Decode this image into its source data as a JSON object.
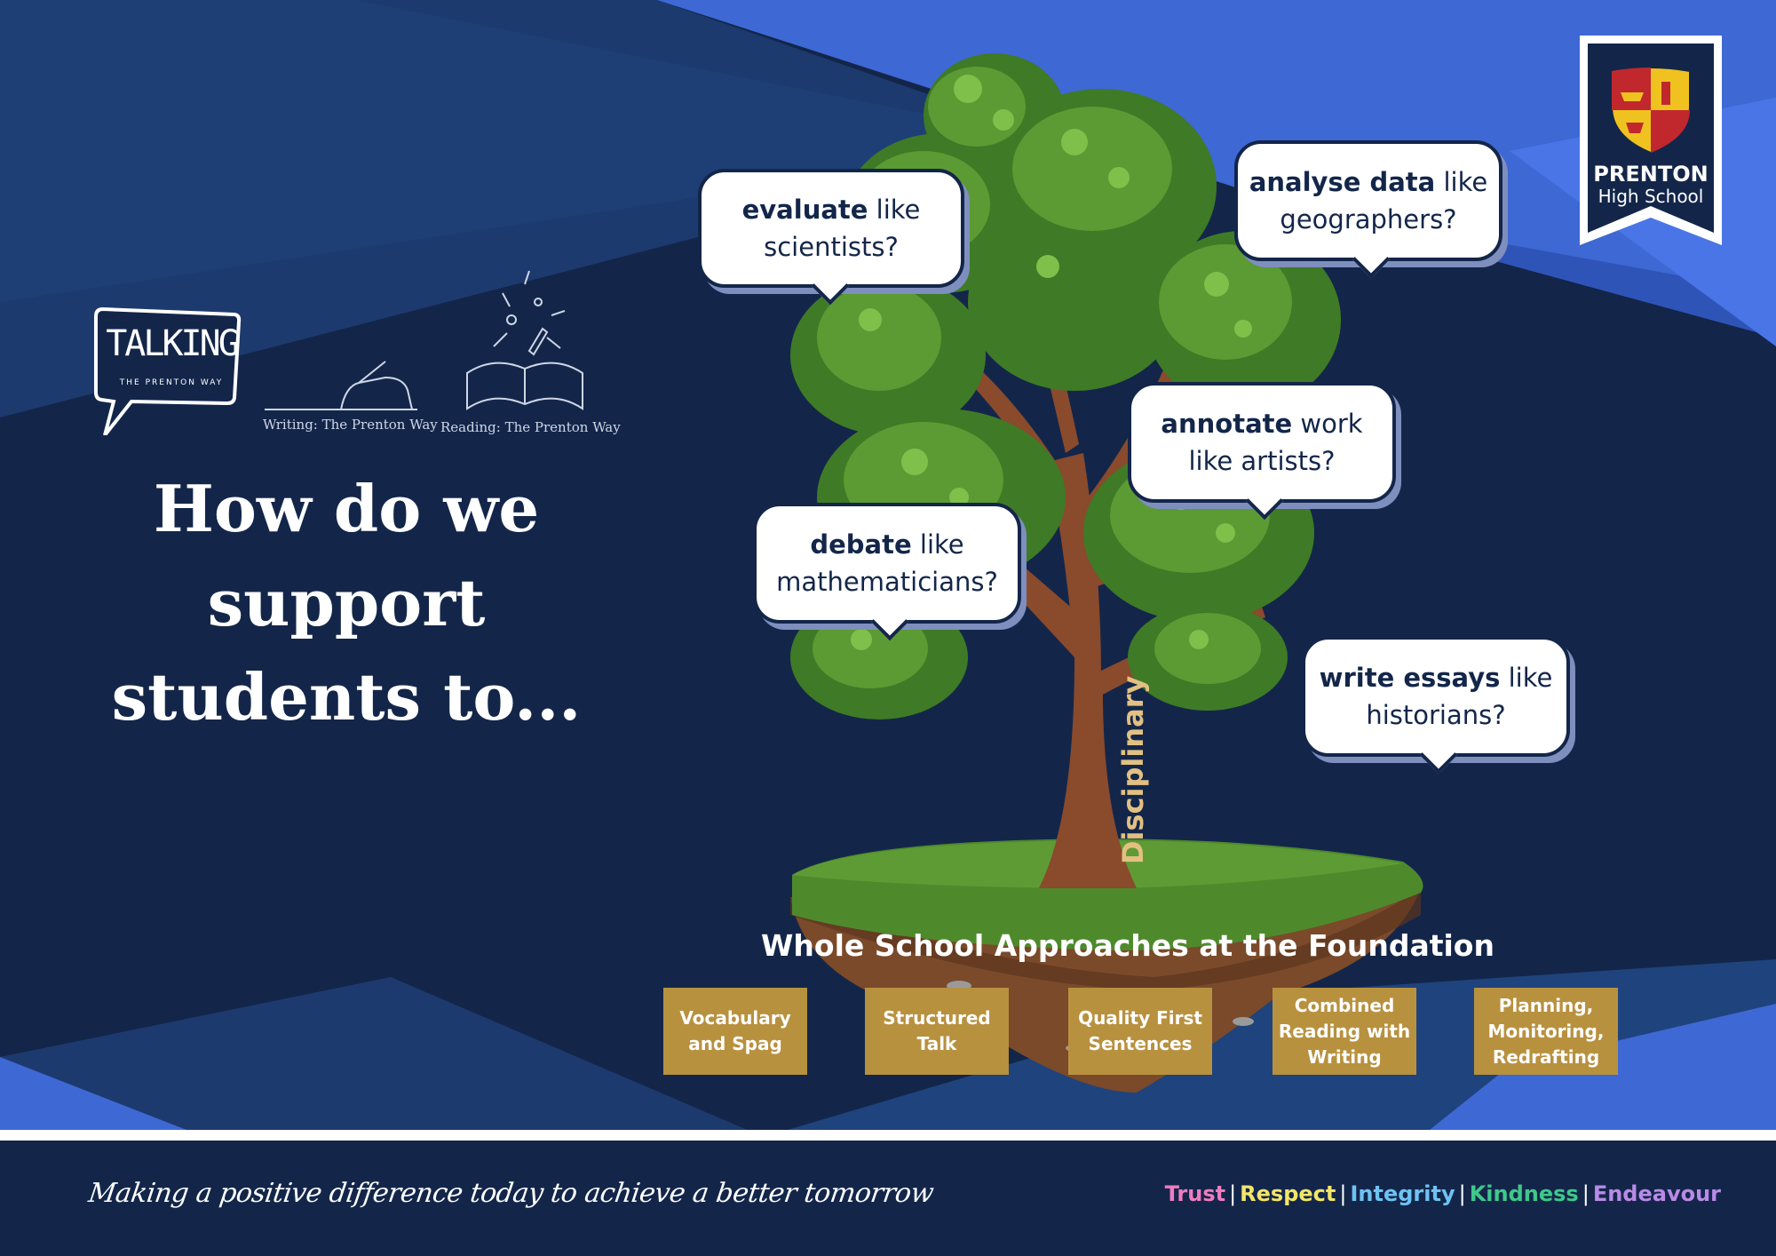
{
  "logos": {
    "talking_title": "TALKING",
    "talking_sub": "THE PRENTON WAY",
    "writing_caption": "Writing: The Prenton Way",
    "reading_caption": "Reading: The Prenton Way"
  },
  "heading": {
    "line1": "How do we",
    "line2": "support",
    "line3": "students to..."
  },
  "bubbles": [
    {
      "bold": "evaluate",
      "rest1": " like",
      "line2": "scientists?"
    },
    {
      "bold": "analyse data",
      "rest1": " like",
      "line2": "geographers?"
    },
    {
      "bold": "annotate",
      "rest1": " work",
      "line2": "like artists?"
    },
    {
      "bold": "debate",
      "rest1": " like",
      "line2": "mathematicians?"
    },
    {
      "bold": "write essays",
      "rest1": " like",
      "line2": "historians?"
    }
  ],
  "trunk_label": "Disciplinary",
  "foundation": {
    "title": "Whole School Approaches at the Foundation",
    "items": [
      "Vocabulary and Spag",
      "Structured Talk",
      "Quality First Sentences",
      "Combined Reading with Writing",
      "Planning, Monitoring, Redrafting"
    ]
  },
  "school": {
    "name_line1": "PRENTON",
    "name_line2": "High School"
  },
  "footer": {
    "motto": "Making a positive difference today to achieve a better tomorrow",
    "values": [
      {
        "label": "Trust",
        "color": "#f07cc0"
      },
      {
        "label": "Respect",
        "color": "#f2e56a"
      },
      {
        "label": "Integrity",
        "color": "#6ec3f2"
      },
      {
        "label": "Kindness",
        "color": "#3fc88a"
      },
      {
        "label": "Endeavour",
        "color": "#b98ae6"
      }
    ]
  },
  "colors": {
    "navy": "#13264a",
    "royal_blue": "#3b63d6",
    "gold": "#b8913f",
    "trunk_text": "#e2c082"
  }
}
